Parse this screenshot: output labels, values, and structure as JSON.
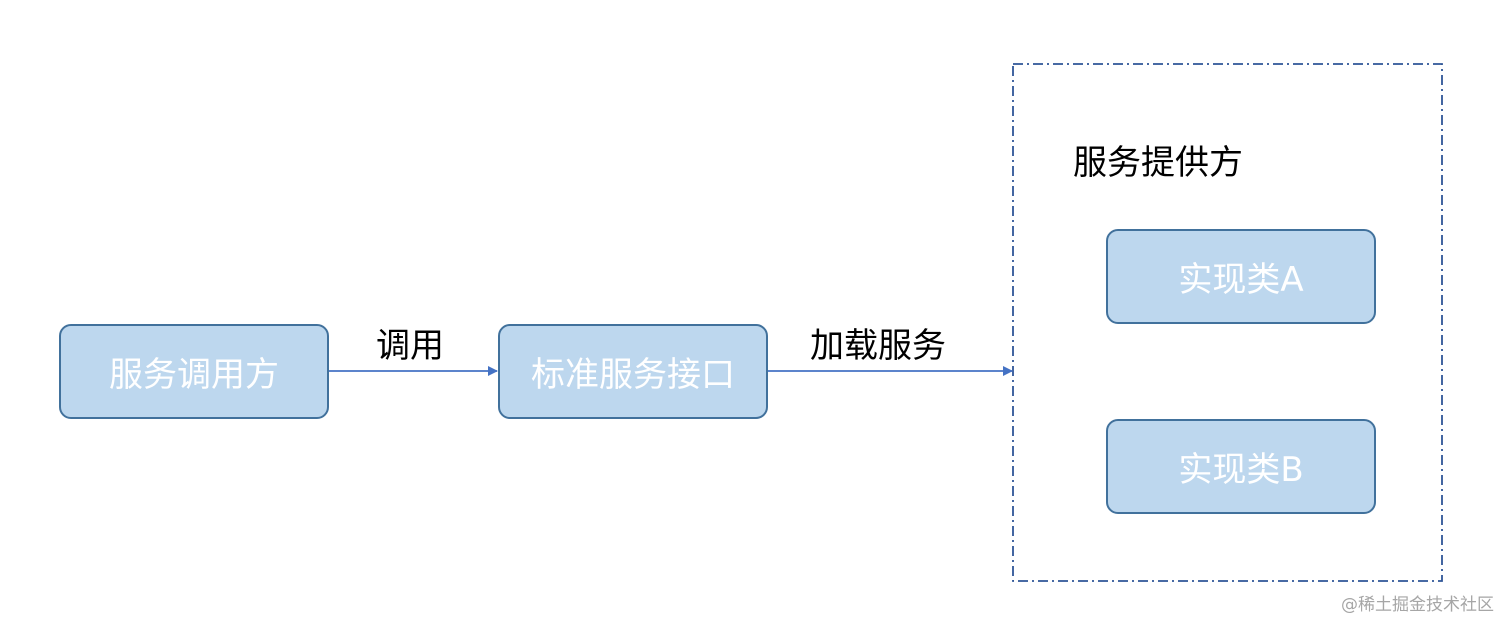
{
  "nodes": {
    "caller": "服务调用方",
    "interface": "标准服务接口",
    "impl_a": "实现类A",
    "impl_b": "实现类B"
  },
  "edges": {
    "call": "调用",
    "load": "加载服务"
  },
  "provider_group": {
    "title": "服务提供方"
  },
  "watermark": "@稀土掘金技术社区",
  "colors": {
    "node_fill": "#bdd7ee",
    "node_border": "#41719c",
    "edge": "#4472c4",
    "group_border": "#2f5597"
  }
}
